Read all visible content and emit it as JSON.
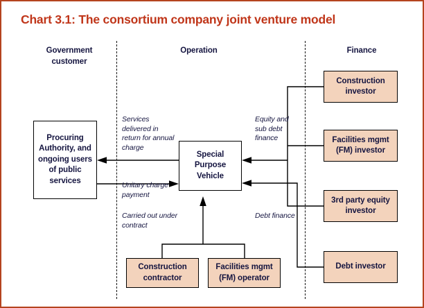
{
  "chart": {
    "title": "Chart 3.1: The consortium company joint venture model",
    "frame_border_color": "#b5441f",
    "title_color": "#c0361a",
    "box_fill_salmon": "#f3d3bc",
    "box_fill_white": "#ffffff",
    "text_color": "#151540"
  },
  "columns": [
    {
      "id": "government",
      "label": "Government\ncustomer"
    },
    {
      "id": "operation",
      "label": "Operation"
    },
    {
      "id": "finance",
      "label": "Finance"
    }
  ],
  "column_labels": {
    "government_line1": "Government",
    "government_line2": "customer",
    "operation": "Operation",
    "finance": "Finance"
  },
  "nodes": {
    "procuring_authority": {
      "label": "Procuring Authority, and ongoing users of public services",
      "lines": [
        "Procuring",
        "Authority,",
        "and ongoing",
        "users of",
        "public",
        "services"
      ],
      "fill": "white",
      "column": "government"
    },
    "spv": {
      "label": "Special Purpose Vehicle",
      "lines": [
        "Special",
        "Purpose",
        "Vehicle"
      ],
      "fill": "white",
      "column": "operation"
    },
    "construction_investor": {
      "label": "Construction investor",
      "lines": [
        "Construction",
        "investor"
      ],
      "fill": "salmon",
      "column": "finance"
    },
    "fm_investor": {
      "label": "Facilities mgmt (FM) investor",
      "lines": [
        "Facilities mgmt",
        "(FM) investor"
      ],
      "fill": "salmon",
      "column": "finance"
    },
    "third_party_equity_investor": {
      "label": "3rd party equity investor",
      "lines": [
        "3rd party equity",
        "investor"
      ],
      "fill": "salmon",
      "column": "finance"
    },
    "debt_investor": {
      "label": "Debt investor",
      "lines": [
        "Debt",
        "investor"
      ],
      "fill": "salmon",
      "column": "finance"
    },
    "construction_contractor": {
      "label": "Construction contractor",
      "lines": [
        "Construction",
        "contractor"
      ],
      "fill": "salmon",
      "column": "operation"
    },
    "fm_operator": {
      "label": "Facilities mgmt (FM) operator",
      "lines": [
        "Facilities mgmt",
        "(FM) operator"
      ],
      "fill": "salmon",
      "column": "operation"
    }
  },
  "annotations": {
    "services": "Services delivered in return for annual charge",
    "unitary_charge": "Unitary charge payment",
    "carried_out": "Carried out under contract",
    "equity_finance": "Equity and sub debt finance",
    "debt_finance": "Debt finance"
  },
  "flows": [
    {
      "from": "spv",
      "to": "procuring_authority",
      "label": "Services delivered in return for annual charge",
      "direction": "left"
    },
    {
      "from": "procuring_authority",
      "to": "spv",
      "label": "Unitary charge payment",
      "direction": "right"
    },
    {
      "from": "construction_investor",
      "to": "spv",
      "label": "Equity and sub debt finance",
      "direction": "left"
    },
    {
      "from": "fm_investor",
      "to": "spv",
      "label": "Equity and sub debt finance",
      "direction": "left"
    },
    {
      "from": "third_party_equity_investor",
      "to": "spv",
      "label": "Equity and sub debt finance",
      "direction": "left"
    },
    {
      "from": "debt_investor",
      "to": "spv",
      "label": "Debt finance",
      "direction": "left"
    },
    {
      "from": "construction_contractor",
      "to": "spv",
      "label": "Carried out under contract",
      "direction": "up"
    },
    {
      "from": "fm_operator",
      "to": "spv",
      "label": "Carried out under contract",
      "direction": "up"
    }
  ]
}
